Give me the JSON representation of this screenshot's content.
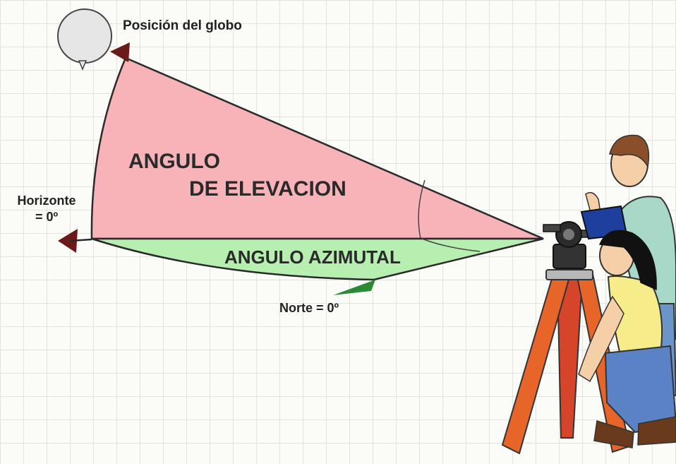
{
  "labels": {
    "balloon_position": "Posición del globo",
    "horizon_line1": "Horizonte",
    "horizon_line2": "= 0º",
    "elevation_line1": "ANGULO",
    "elevation_line2": "DE ELEVACION",
    "azimuth": "ANGULO AZIMUTAL",
    "north": "Norte = 0º"
  },
  "colors": {
    "elevation_fill": "#f7b3b8",
    "azimuth_fill": "#b7efb0",
    "arrow_dark_red": "#6b1a1a",
    "arrow_green": "#2d8a34",
    "tripod_orange": "#e8652a",
    "balloon": "#e6e6e6"
  },
  "icons": {
    "balloon": "balloon-icon",
    "observers": "observers-illustration",
    "theodolite": "theodolite-icon",
    "tripod": "tripod-icon"
  }
}
